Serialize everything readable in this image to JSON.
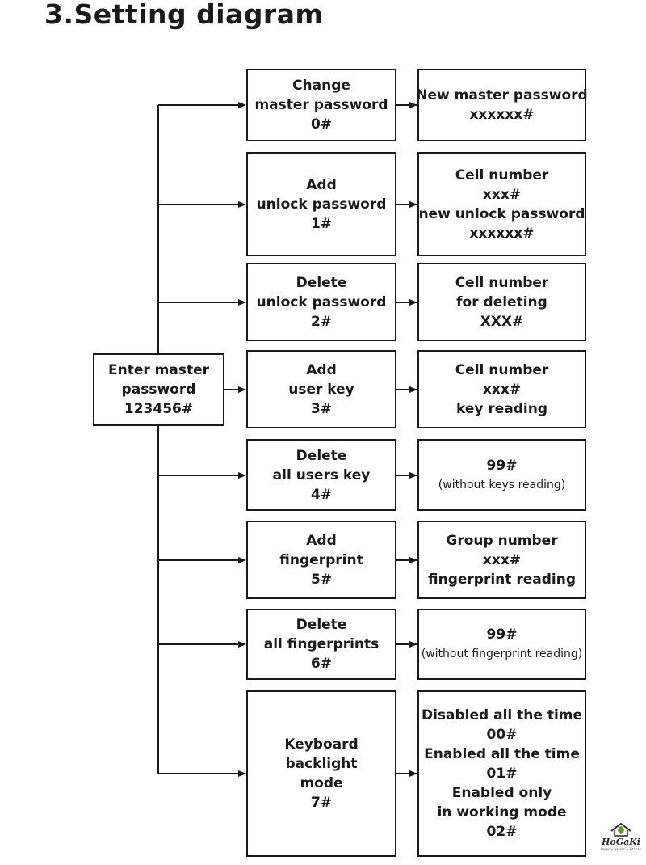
{
  "title": "3.Setting diagram",
  "root": {
    "lines": [
      "Enter master",
      "password",
      "123456#"
    ]
  },
  "rows": [
    {
      "menu": [
        "Change",
        "master password",
        "0#"
      ],
      "result": [
        "New master password",
        "xxxxxx#"
      ]
    },
    {
      "menu": [
        "Add",
        "unlock password",
        "1#"
      ],
      "result": [
        "Cell number",
        "xxx#",
        "new unlock password",
        "xxxxxx#"
      ]
    },
    {
      "menu": [
        "Delete",
        "unlock password",
        "2#"
      ],
      "result": [
        "Cell number",
        "for deleting",
        "XXX#"
      ]
    },
    {
      "menu": [
        "Add",
        "user key",
        "3#"
      ],
      "result": [
        "Cell number",
        "xxx#",
        "key reading"
      ]
    },
    {
      "menu": [
        "Delete",
        "all users key",
        "4#"
      ],
      "result": [
        "99#",
        "(without keys reading)"
      ]
    },
    {
      "menu": [
        "Add",
        "fingerprint",
        "5#"
      ],
      "result": [
        "Group number",
        "xxx#",
        "fingerprint reading"
      ]
    },
    {
      "menu": [
        "Delete",
        "all fingerprints",
        "6#"
      ],
      "result": [
        "99#",
        "(without fingerprint reading)"
      ]
    },
    {
      "menu": [
        "Keyboard",
        "backlight",
        "mode",
        "7#"
      ],
      "result": [
        "Disabled all the time",
        "00#",
        "Enabled all the time",
        "01#",
        "Enabled only",
        "in working mode",
        "02#"
      ]
    }
  ],
  "logo": {
    "brand": "HoGaKi",
    "tagline": "Home • garden • kitchen",
    "icon": "house-leaf-icon"
  },
  "colors": {
    "line": "#1a1a1a",
    "background": "#ffffff"
  }
}
